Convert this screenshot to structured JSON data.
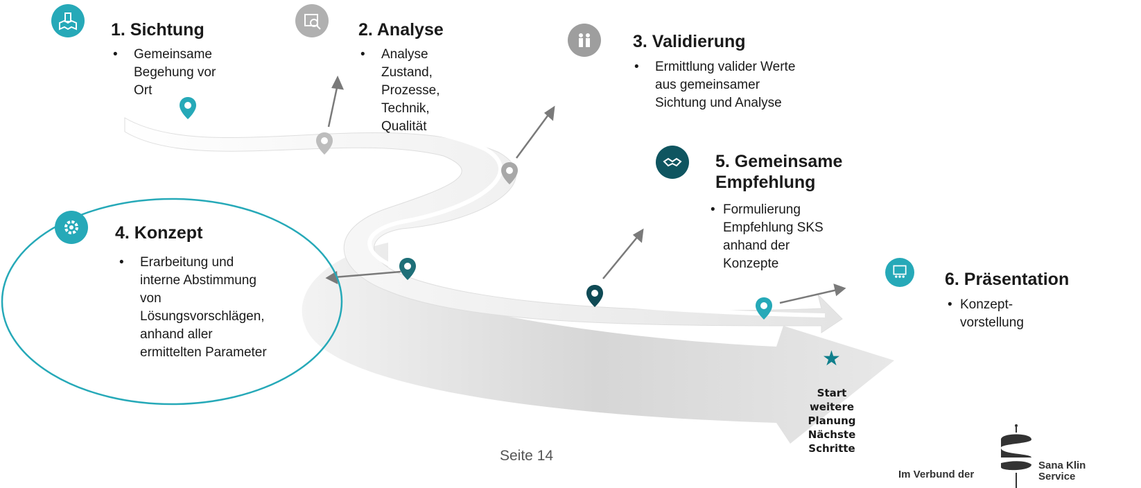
{
  "colors": {
    "teal": "#26a9b8",
    "dark_teal": "#0f5560",
    "gray_icon": "#9e9e9e",
    "road_light": "#ececec",
    "road_mid": "#cfcfcf",
    "arrow": "#7a7a7a"
  },
  "steps": [
    {
      "id": "sichtung",
      "title": "1. Sichtung",
      "icon": "map-building-icon",
      "lines": [
        "Gemeinsame",
        "Begehung vor",
        "Ort"
      ]
    },
    {
      "id": "analyse",
      "title": "2. Analyse",
      "icon": "document-magnifier-icon",
      "lines": [
        "Analyse",
        "Zustand,",
        "Prozesse,",
        "Technik,",
        "Qualität"
      ]
    },
    {
      "id": "validierung",
      "title": "3. Validierung",
      "icon": "people-collaboration-icon",
      "lines": [
        "Ermittlung valider Werte",
        "aus gemeinsamer",
        "Sichtung und Analyse"
      ]
    },
    {
      "id": "konzept",
      "title": "4. Konzept",
      "icon": "gear-settings-icon",
      "lines": [
        "Erarbeitung und",
        "interne Abstimmung",
        "von",
        "Lösungsvorschlägen,",
        "anhand aller",
        "ermittelten Parameter"
      ]
    },
    {
      "id": "empfehlung",
      "title_lines": [
        "5. Gemeinsame",
        "Empfehlung"
      ],
      "icon": "handshake-icon",
      "lines": [
        "Formulierung",
        "Empfehlung SKS",
        "anhand der",
        "Konzepte"
      ]
    },
    {
      "id": "praesentation",
      "title": "6. Präsentation",
      "icon": "presentation-board-icon",
      "lines": [
        "Konzept-",
        "vorstellung"
      ]
    }
  ],
  "bullet_symbol": "•",
  "start_label": [
    "Start",
    "weitere",
    "Planung",
    "Nächste",
    "Schritte"
  ],
  "star_symbol": "★",
  "page_number": "Seite 14",
  "footer": {
    "verbund": "Im Verbund der",
    "brand_line1": "Sana Klin",
    "brand_line2": "Service"
  }
}
